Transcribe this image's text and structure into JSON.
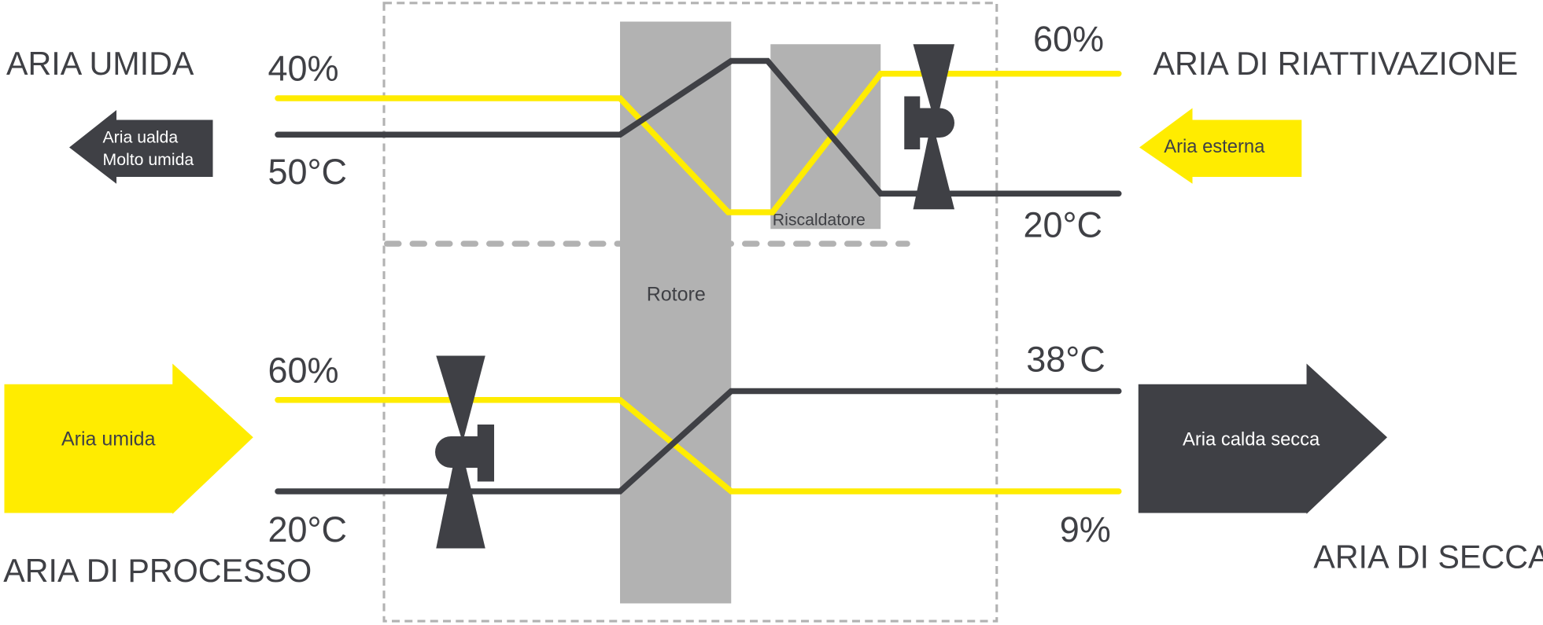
{
  "colors": {
    "yellow": "#ffec00",
    "dark": "#3f4045",
    "gray": "#b2b2b2"
  },
  "labels": {
    "aria_umida_top": "ARIA UMIDA",
    "aria_riattivazione": "ARIA DI RIATTIVAZIONE",
    "aria_processo": "ARIA DI PROCESSO",
    "aria_secca": "ARIA DI SECCA",
    "rotore": "Rotore",
    "riscaldatore": "Riscaldatore"
  },
  "arrows": {
    "out_top_line1": "Aria ualda",
    "out_top_line2": "Molto umida",
    "in_top": "Aria esterna",
    "in_bottom": "Aria umida",
    "out_bottom": "Aria calda secca"
  },
  "values": {
    "top_left_humidity": "40%",
    "top_left_temp": "50°C",
    "top_right_humidity": "60%",
    "top_right_temp": "20°C",
    "bottom_left_humidity": "60%",
    "bottom_left_temp": "20°C",
    "bottom_right_temp": "38°C",
    "bottom_right_humidity": "9%"
  }
}
